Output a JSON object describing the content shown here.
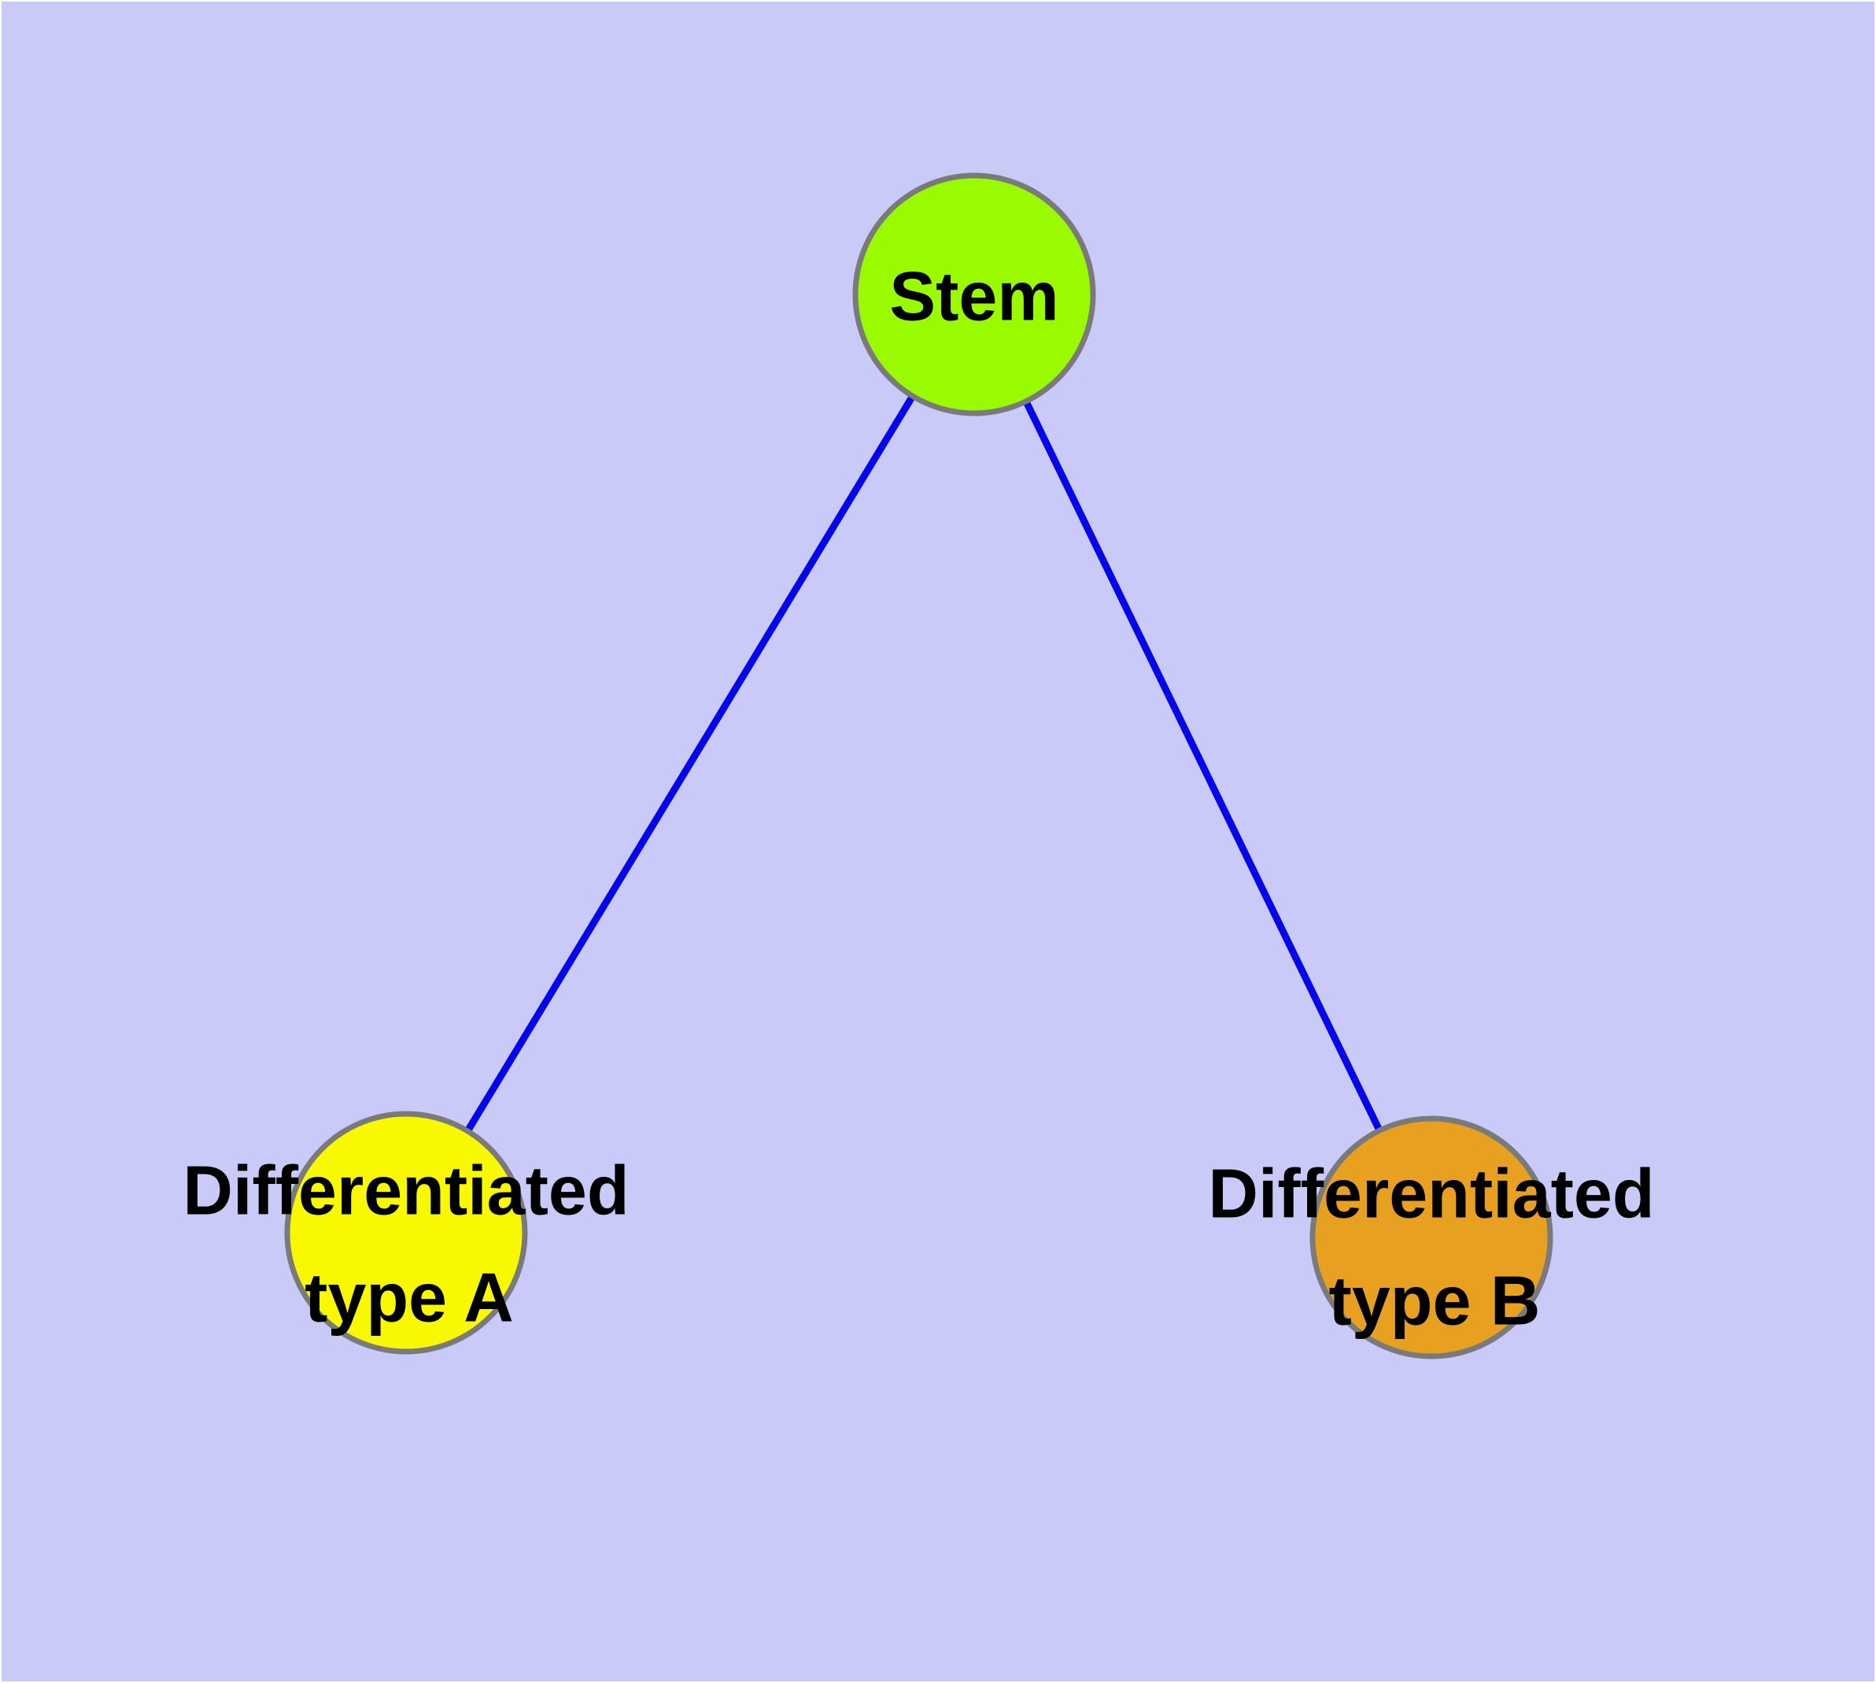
{
  "canvas": {
    "background_color": "#CACAF8",
    "outer_border_color": "#FFFFFF"
  },
  "edges": {
    "color": "#0505EC",
    "items": [
      {
        "from": "stem",
        "to": "type_a"
      },
      {
        "from": "stem",
        "to": "type_b"
      }
    ]
  },
  "nodes": {
    "border_color": "#7A7A7A",
    "label_color": "#000000",
    "stem": {
      "label": "Stem",
      "fill": "#9AFA00"
    },
    "type_a": {
      "label_line1": "Differentiated",
      "label_line2": "type A",
      "fill": "#F8F800"
    },
    "type_b": {
      "label_line1": "Differentiated",
      "label_line2": "type B",
      "fill": "#E8A020"
    }
  }
}
